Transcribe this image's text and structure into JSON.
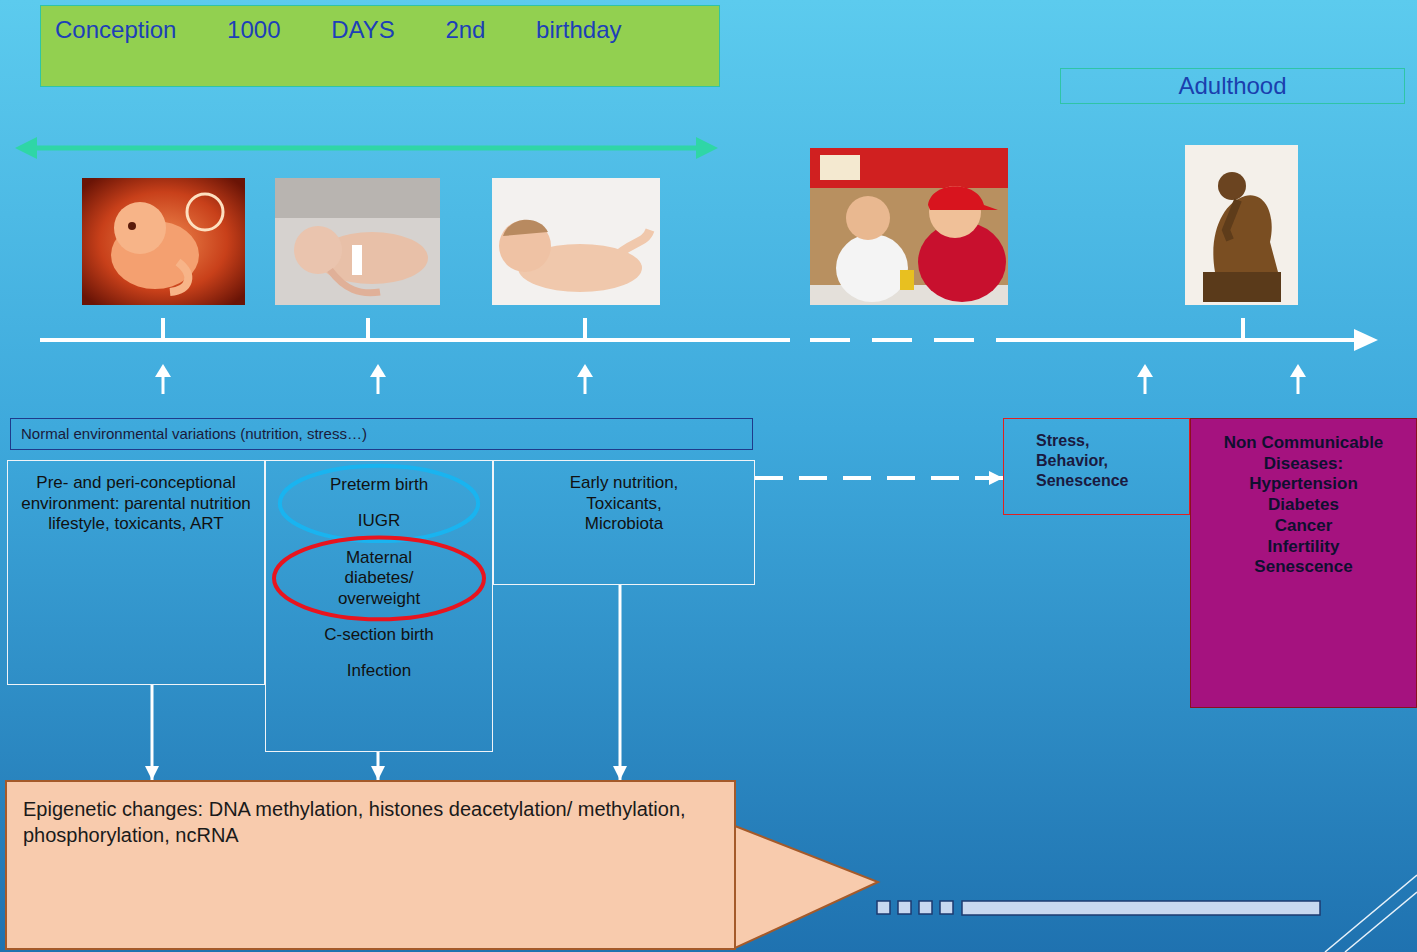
{
  "diagram": {
    "nodes": [
      {
        "text": [
          "Conception 1000 DAYS 2nd birthday"
        ]
      },
      {
        "text": [
          "Adulthood"
        ]
      },
      {
        "text": [
          "Normal environmental variations (nutrition, stress…)"
        ]
      },
      {
        "text": [
          "Pre- and peri-conceptional environment: parental nutrition lifestyle, toxicants, ART"
        ]
      },
      {
        "text": [
          "Preterm birth",
          "IUGR",
          "Maternal diabetes/ overweight",
          "C-section birth",
          "Infection"
        ]
      },
      {
        "text": [
          "Early nutrition, Toxicants, Microbiota"
        ]
      },
      {
        "text": [
          "Stress, Behavior, Senescence"
        ]
      },
      {
        "text": [
          "Non Communicable Diseases:",
          "Hypertension",
          "Diabetes",
          "Cancer",
          "Infertility",
          "Senescence"
        ]
      },
      {
        "text": [
          "Epigenetic changes: DNA methylation, histones deacetylation/ methylation, phosphorylation, ncRNA"
        ]
      }
    ],
    "edges": [
      {
        "from": 3,
        "to": 8,
        "arrow": "to"
      },
      {
        "from": 4,
        "to": 8,
        "arrow": "to"
      },
      {
        "from": 5,
        "to": 8,
        "arrow": "to"
      },
      {
        "from": 5,
        "to": 6,
        "arrow": "to"
      }
    ]
  }
}
